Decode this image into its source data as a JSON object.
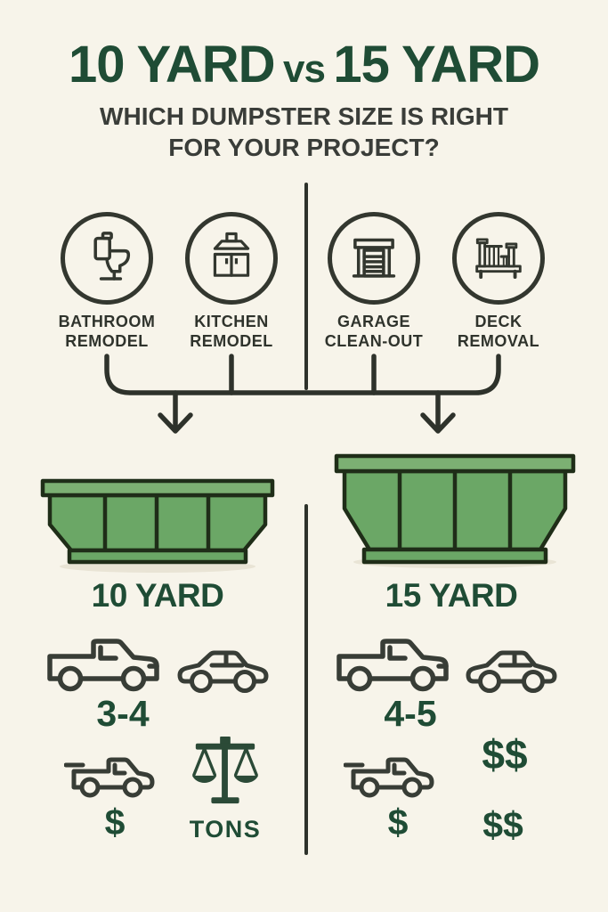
{
  "header": {
    "title_left": "10 YARD",
    "title_vs": "vs",
    "title_right": "15 YARD",
    "subtitle_line1": "WHICH DUMPSTER SIZE IS RIGHT",
    "subtitle_line2": "FOR YOUR PROJECT?"
  },
  "projects": [
    {
      "icon": "toilet-icon",
      "line1": "BATHROOM",
      "line2": "REMODEL"
    },
    {
      "icon": "kitchen-cabinet-icon",
      "line1": "KITCHEN",
      "line2": "REMODEL"
    },
    {
      "icon": "garage-door-icon",
      "line1": "GARAGE",
      "line2": "CLEAN-OUT"
    },
    {
      "icon": "deck-railing-icon",
      "line1": "DECK",
      "line2": "REMOVAL"
    }
  ],
  "left_column": {
    "size_label": "10 YARD",
    "pickup_loads": "3-4",
    "cost": "$",
    "weight_unit": "TONS"
  },
  "right_column": {
    "size_label": "15 YARD",
    "pickup_loads": "4-5",
    "price_upper": "$$",
    "cost": "$",
    "price_lower": "$$"
  },
  "colors": {
    "background": "#f7f4ea",
    "heading_green": "#1f4c35",
    "charcoal": "#33372f",
    "dumpster_fill": "#6ba766",
    "dumpster_rim": "#7cb073",
    "dumpster_outline": "#1f2d18"
  }
}
